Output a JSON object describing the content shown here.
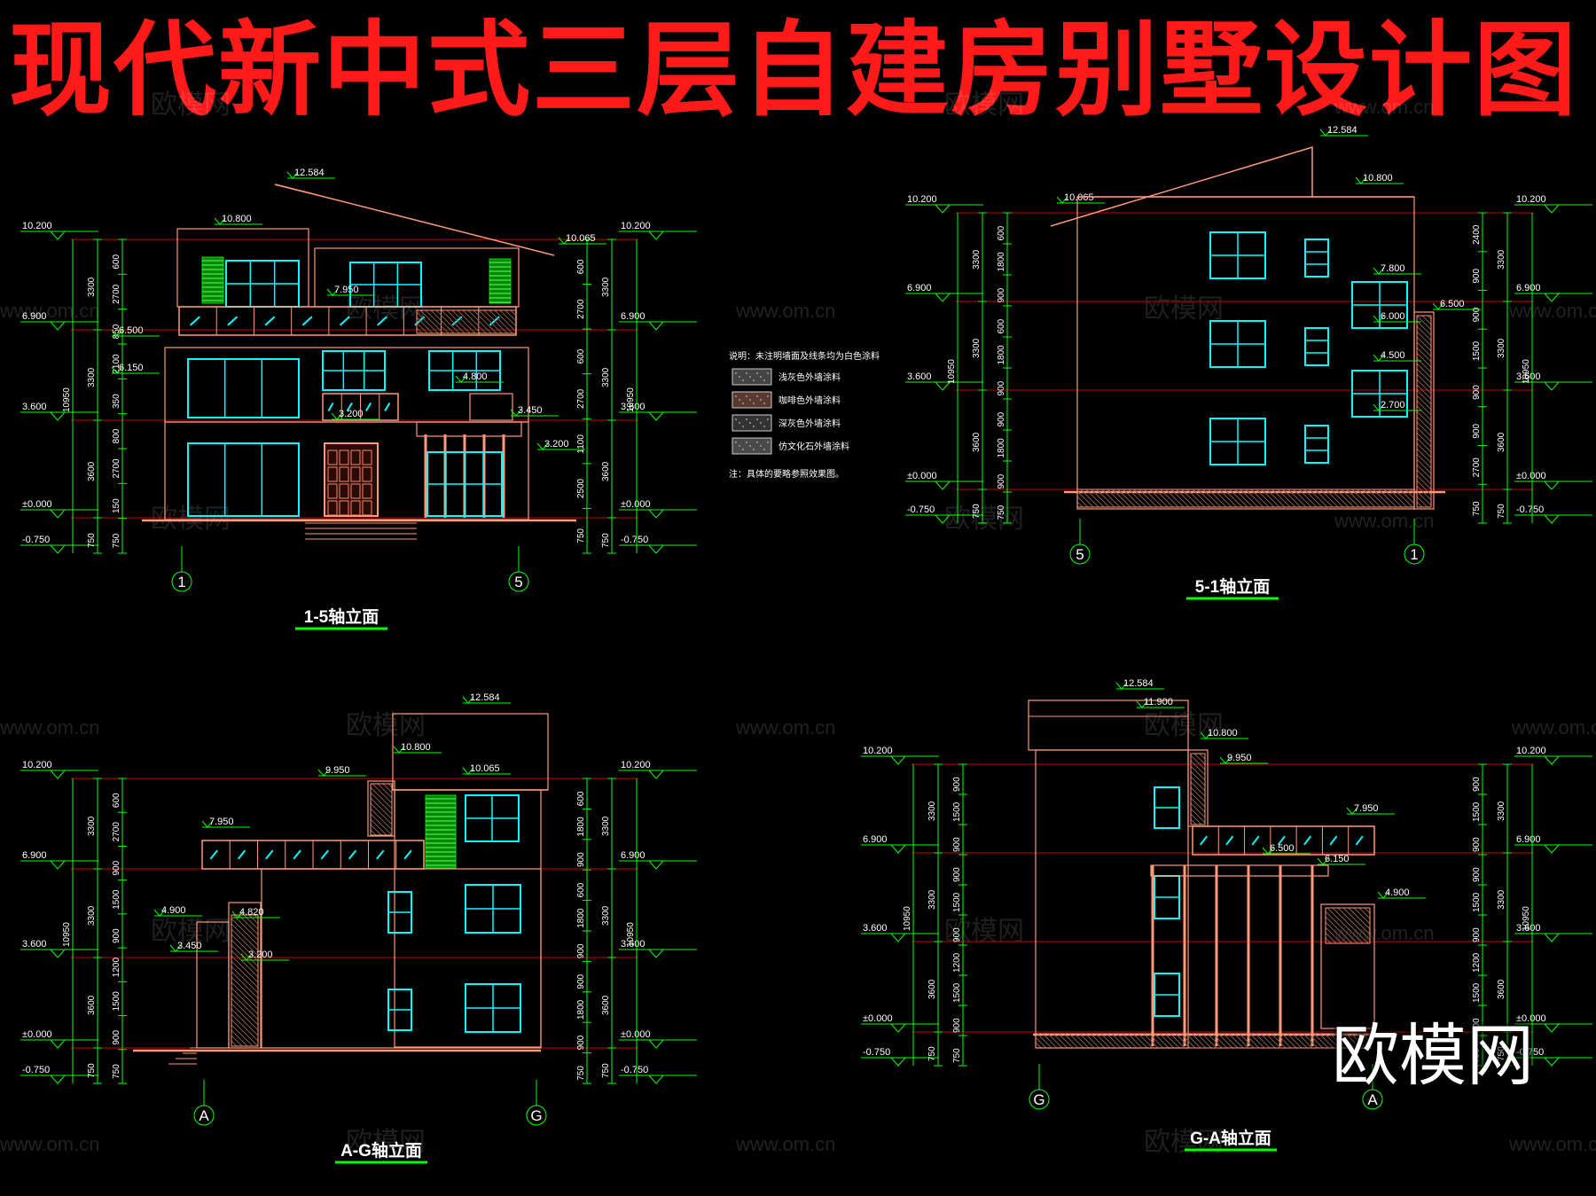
{
  "title": "现代新中式三层自建房别墅设计图",
  "watermark": {
    "site": "www.om.cn",
    "brand": "欧模网",
    "corner": "欧模网"
  },
  "colors": {
    "background": "#000000",
    "title": "#ff1a1a",
    "wall": "#ff9a7a",
    "dim": "#00ff00",
    "window": "#00ffff",
    "level_line": "#c80000",
    "text": "#ffffff",
    "louver": "#00dd00"
  },
  "legend": {
    "note": "说明：未注明墙面及线条均为白色涂料",
    "items": [
      "浅灰色外墙涂料",
      "咖啡色外墙涂料",
      "深灰色外墙涂料",
      "仿文化石外墙涂料"
    ],
    "footer": "注：具体的要略参照效果图。"
  },
  "views": [
    {
      "label": "1-5轴立面",
      "axes": [
        "1",
        "5"
      ],
      "elevations_left": [
        "10.200",
        "6.900",
        "3.600",
        "±0.000",
        "-0.750"
      ],
      "elevations_right": [
        "10.200",
        "6.900",
        "3.600",
        "±0.000",
        "-0.750"
      ],
      "dims_left_outer": [
        "3300",
        "3300",
        "3600",
        "750"
      ],
      "dims_left_total": "10950",
      "dims_left_inner": [
        "600",
        "2700",
        "850",
        "2100",
        "350",
        "800",
        "2700",
        "150",
        "750"
      ],
      "dims_right_inner": [
        "600",
        "2700",
        "600",
        "2700",
        "1100",
        "2500",
        "750"
      ],
      "dims_right_outer": [
        "3300",
        "3300",
        "3600",
        "750"
      ],
      "dims_right_total": "10950",
      "tags": [
        "12.584",
        "10.800",
        "10.065",
        "7.950",
        "6.500",
        "6.150",
        "4.800",
        "3.450",
        "3.200",
        "3.200"
      ]
    },
    {
      "label": "5-1轴立面",
      "axes": [
        "5",
        "1"
      ],
      "elevations_left": [
        "10.200",
        "6.900",
        "3.600",
        "±0.000",
        "-0.750"
      ],
      "elevations_right": [
        "10.200",
        "6.900",
        "3.600",
        "±0.000",
        "-0.750"
      ],
      "dims_left_outer": [
        "3300",
        "3300",
        "3600",
        "750"
      ],
      "dims_left_total": "10950",
      "dims_left_inner": [
        "600",
        "1800",
        "900",
        "600",
        "1800",
        "900",
        "900",
        "1800",
        "900",
        "750"
      ],
      "dims_right_inner": [
        "2400",
        "900",
        "900",
        "1500",
        "900",
        "900",
        "2700",
        "750"
      ],
      "dims_right_outer": [
        "3300",
        "3300",
        "3600",
        "750"
      ],
      "dims_right_total": "10950",
      "tags": [
        "12.584",
        "10.800",
        "10.065",
        "7.800",
        "6.000",
        "6.500",
        "4.500",
        "2.700"
      ]
    },
    {
      "label": "A-G轴立面",
      "axes": [
        "A",
        "G"
      ],
      "elevations_left": [
        "10.200",
        "6.900",
        "3.600",
        "±0.000",
        "-0.750"
      ],
      "elevations_right": [
        "10.200",
        "6.900",
        "3.600",
        "±0.000",
        "-0.750"
      ],
      "dims_left_outer": [
        "3300",
        "3300",
        "3600",
        "750"
      ],
      "dims_left_total": "10950",
      "dims_left_inner": [
        "600",
        "2700",
        "900",
        "1500",
        "900",
        "1200",
        "1500",
        "900",
        "750"
      ],
      "dims_right_inner": [
        "600",
        "1800",
        "900",
        "600",
        "1800",
        "900",
        "900",
        "1800",
        "900",
        "750"
      ],
      "dims_right_outer": [
        "3300",
        "3300",
        "3600",
        "750"
      ],
      "dims_right_total": "10950",
      "tags": [
        "12.584",
        "10.800",
        "10.065",
        "9.950",
        "7.950",
        "4.900",
        "4.820",
        "3.450",
        "3.200"
      ]
    },
    {
      "label": "G-A轴立面",
      "axes": [
        "G",
        "A"
      ],
      "elevations_left": [
        "10.200",
        "6.900",
        "3.600",
        "±0.000",
        "-0.750"
      ],
      "elevations_right": [
        "10.200",
        "6.900",
        "3.600",
        "±0.000",
        "-0.750"
      ],
      "dims_left_outer": [
        "3300",
        "3300",
        "3600",
        "750"
      ],
      "dims_left_total": "10950",
      "dims_left_inner": [
        "900",
        "1500",
        "900",
        "900",
        "1500",
        "900",
        "1200",
        "1500",
        "900",
        "750"
      ],
      "dims_right_inner": [
        "900",
        "1500",
        "900",
        "900",
        "1500",
        "900",
        "1200",
        "1500",
        "900",
        "750"
      ],
      "dims_right_outer": [
        "3300",
        "3300",
        "3600",
        "750"
      ],
      "dims_right_total": "10950",
      "tags": [
        "12.584",
        "11.900",
        "10.800",
        "9.950",
        "7.950",
        "6.500",
        "6.150",
        "4.900"
      ]
    }
  ]
}
